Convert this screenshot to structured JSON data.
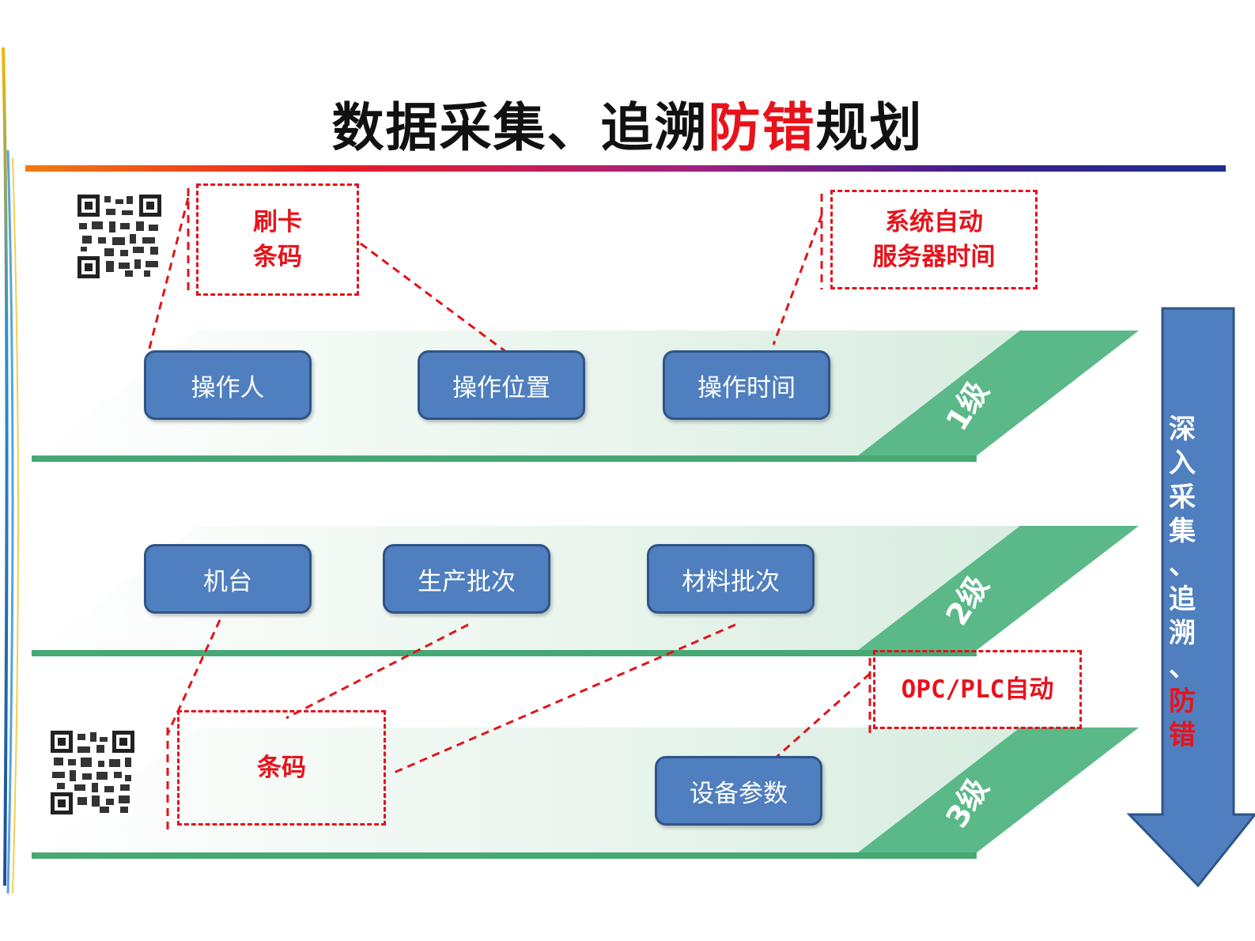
{
  "title": {
    "part1": "数据采集、追溯",
    "accent": "防错",
    "part2": "规划"
  },
  "levels": [
    {
      "label": "1级",
      "nodes": [
        "操作人",
        "操作位置",
        "操作时间"
      ]
    },
    {
      "label": "2级",
      "nodes": [
        "机台",
        "生产批次",
        "材料批次"
      ]
    },
    {
      "label": "3级",
      "nodes": [
        "设备参数"
      ]
    }
  ],
  "callouts": {
    "card_barcode": [
      "刷卡",
      "条码"
    ],
    "server_time": [
      "系统自动",
      "服务器时间"
    ],
    "barcode": [
      "条码"
    ],
    "opc_plc": [
      "OPC/PLC自动"
    ]
  },
  "arrow": {
    "chars_white": [
      "深",
      "入",
      "采",
      "集",
      "、",
      "追",
      "溯",
      "、"
    ],
    "chars_red": [
      "防",
      "错"
    ]
  },
  "colors": {
    "node_fill": "#4f7fbf",
    "band_green": "#5bb888",
    "arrow_blue": "#4f7fbf",
    "accent_red": "#e8121b"
  }
}
